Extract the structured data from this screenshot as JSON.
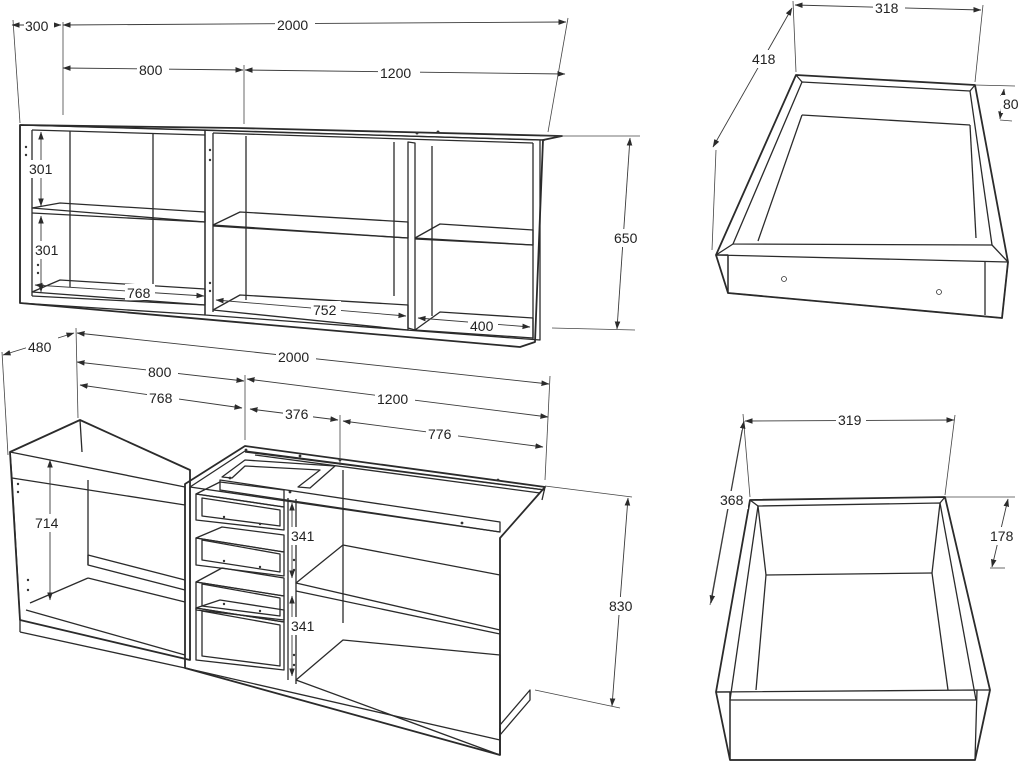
{
  "wall_cabinet": {
    "depth": "300",
    "total_width": "2000",
    "left_section_width": "800",
    "right_section_width": "1200",
    "shelf_height_upper": "301",
    "shelf_height_lower": "301",
    "height": "650",
    "left_inner_width": "768",
    "middle_inner_width": "752",
    "right_inner_width": "400"
  },
  "base_cabinet": {
    "depth": "480",
    "total_width": "2000",
    "left_section_width": "800",
    "left_inner_width": "768",
    "right_section_width": "1200",
    "drawer_section_width": "376",
    "open_section_width": "776",
    "inner_height": "714",
    "drawer_height_upper": "341",
    "drawer_height_lower": "341",
    "height": "830"
  },
  "shallow_drawer": {
    "width": "318",
    "depth": "418",
    "height": "80"
  },
  "deep_drawer": {
    "width": "319",
    "depth": "368",
    "height": "178"
  },
  "colors": {
    "line": "#2b2b2b",
    "background": "#ffffff"
  }
}
